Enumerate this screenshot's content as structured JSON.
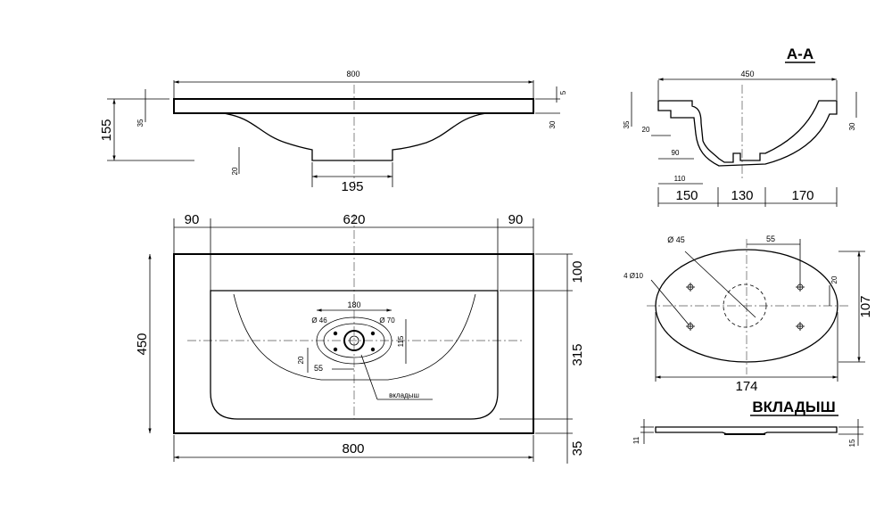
{
  "section_title": "A-A",
  "insert_title": "ВКЛАДЫШ",
  "insert_callout": "вкладыш",
  "front_view": {
    "width": "800",
    "height": "155",
    "rim": "35",
    "rim_step": "5",
    "rim_right": "30",
    "bottom_offset": "20",
    "bottom_width": "195"
  },
  "top_view": {
    "left_margin": "90",
    "bowl_width": "620",
    "right_margin": "90",
    "depth": "450",
    "back_margin": "100",
    "bowl_depth": "315",
    "front_margin": "35",
    "width": "800",
    "recess_width": "180",
    "recess_dia_left": "Ø 46",
    "recess_dia_right": "Ø 70",
    "recess_depth": "115",
    "recess_offset": "20",
    "recess_x": "55"
  },
  "section_view": {
    "width": "450",
    "rim": "35",
    "rim_inner": "20",
    "right": "30",
    "d90": "90",
    "d110": "110",
    "seg_left": "150",
    "seg_mid": "130",
    "seg_right": "170"
  },
  "insert_view": {
    "drain_dia": "Ø 45",
    "holes": "4 Ø10",
    "offset_x": "55",
    "offset_y": "20",
    "width": "174",
    "height": "107",
    "thickness_left": "11",
    "thickness_right": "15"
  }
}
